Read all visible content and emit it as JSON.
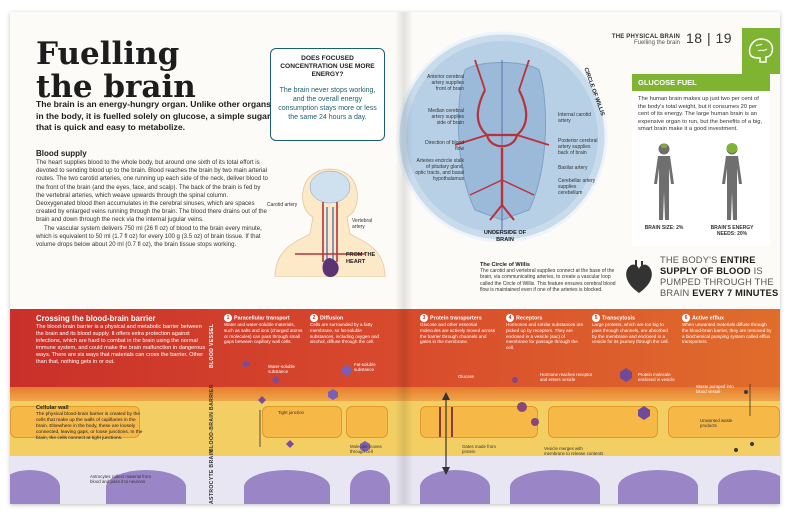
{
  "left": {
    "title_line1": "Fuelling",
    "title_line2": "the brain",
    "intro": "The brain is an energy-hungry organ. Unlike other organs in the body, it is fuelled solely on glucose, a simple sugar that is quick and easy to metabolize.",
    "blood_supply_heading": "Blood supply",
    "blood_supply_p1": "The heart supplies blood to the whole body, but around one sixth of its total effort is devoted to sending blood up to the brain. Blood reaches the brain by two main arterial routes. The two carotid arteries, one running up each side of the neck, deliver blood to the front of the brain (and the eyes, face, and scalp). The back of the brain is fed by the vertebral arteries, which weave upwards through the spinal column. Deoxygenated blood then accumulates in the cerebral sinuses, which are spaces created by enlarged veins running through the brain. The blood there drains out of the brain and down through the neck via the internal jugular veins.",
    "blood_supply_p2": "The vascular system delivers 750 ml (26 fl oz) of blood to the brain every minute, which is equivalent to 50 ml (1.7 fl oz) for every 100 g (3.5 oz) of brain tissue. If that volume drops below about 20 ml (0.7 fl oz), the brain tissue stops working.",
    "question": "DOES FOCUSED CONCENTRATION USE MORE ENERGY?",
    "answer": "The brain never stops working, and the overall energy consumption stays more or less the same 24 hours a day.",
    "carotid_label": "Carotid artery",
    "vertebral_label": "Vertebral artery",
    "from_heart_label": "FROM THE HEART"
  },
  "willis": {
    "ring_label": "CIRCLE OF WILLIS",
    "underside_label": "UNDERSIDE OF BRAIN",
    "left_labels": [
      "Anterior cerebral artery supplies front of brain",
      "Median cerebral artery supplies side of brain",
      "Direction of blood flow",
      "Arteries encircle stalk of pituitary gland, optic tracts, and basal hypothalamus"
    ],
    "right_labels": [
      "Internal carotid artery",
      "Posterior cerebral artery supplies back of brain",
      "Basilar artery",
      "Cerebellar artery supplies cerebellum"
    ],
    "caption_title": "The Circle of Willis",
    "caption": "The carotid and vertebral supplies connect at the base of the brain, via communicating arteries, to create a vascular loop called the Circle of Willis. This feature ensures cerebral blood flow is maintained even if one of the arteries is blocked."
  },
  "right": {
    "section": "THE PHYSICAL BRAIN",
    "topic": "Fuelling the brain",
    "page_numbers": "18 | 19",
    "glucose_title": "GLUCOSE FUEL",
    "glucose_text": "The human brain makes up just two per cent of the body's total weight, but it consumes 20 per cent of its energy. The large human brain is an expensive organ to run, but the benefits of a big, smart brain make it a good investment.",
    "brain_size_label": "BRAIN SIZE: 2%",
    "brain_energy_label": "BRAIN'S ENERGY NEEDS: 20%",
    "fact_pre": "THE BODY'S",
    "fact_b1": "ENTIRE SUPPLY OF BLOOD",
    "fact_mid": "IS PUMPED THROUGH THE BRAIN",
    "fact_b2": "EVERY 7 MINUTES"
  },
  "barrier": {
    "heading": "Crossing the blood-brain barrier",
    "text": "The blood-brain barrier is a physical and metabolic barrier between the brain and its blood supply. It offers extra protection against infections, which are hard to combat in the brain using the normal immune system, and could make the brain malfunction in dangerous ways. There are six ways that materials can cross the barrier. Other than that, nothing gets in or out.",
    "cell_wall_title": "Cellular wall",
    "cell_wall_text": "The physical blood-brain barrier is created by the cells that make up the walls of capillaries in the brain. Elsewhere in the body, these are loosely connected, leaving gaps, or loose junctions. In the brain, the cells connect at tight junctions.",
    "astro_note": "Astrocytes collect material from blood and pass it to neurons",
    "band_labels": [
      "BLOOD VESSEL",
      "BLOOD-BRAIN BARRIER",
      "ASTROCYTE BRAIN"
    ],
    "mechanisms": [
      {
        "num": "1",
        "title": "Paracellular transport",
        "text": "Water and water-soluble materials, such as salts and ions (charged atoms or molecules) can pass through small gaps between capillary wall cells."
      },
      {
        "num": "2",
        "title": "Diffusion",
        "text": "Cells are surrounded by a fatty membrane, so fat-soluble substances, including oxygen and alcohol, diffuse through the cell."
      },
      {
        "num": "3",
        "title": "Protein transporters",
        "text": "Glucose and other essential molecules are actively moved across the barrier through channels and gates in the membrane."
      },
      {
        "num": "4",
        "title": "Receptors",
        "text": "Hormones and similar substances are picked up by receptors. They are enclosed in a vesicle (sac) of membrane for passage through the cell."
      },
      {
        "num": "5",
        "title": "Transcytosis",
        "text": "Large proteins, which are too big to pass through channels, are absorbed by the membrane and enclosed in a vesicle for its journey through the cell."
      },
      {
        "num": "6",
        "title": "Active efflux",
        "text": "When unwanted materials diffuse through the blood-brain barrier, they are removed by a biochemical pumping system called efflux transporters."
      }
    ],
    "notes": {
      "water_soluble": "Water-soluble substance",
      "fat_soluble": "Fat-soluble substance",
      "tight_junction": "Tight junction",
      "molecule_moves": "Molecule moves through cell",
      "glucose": "Glucose",
      "gates": "Gates made from protein",
      "hormone": "Hormone reaches receptor and enters vesicle",
      "vesicle_merges": "Vesicle merges with membrane to release contents",
      "protein_enclosed": "Protein molecule enclosed in vesicle",
      "waste_pumped": "Waste pumped into blood vessel",
      "unwanted_waste": "Unwanted waste products"
    }
  }
}
